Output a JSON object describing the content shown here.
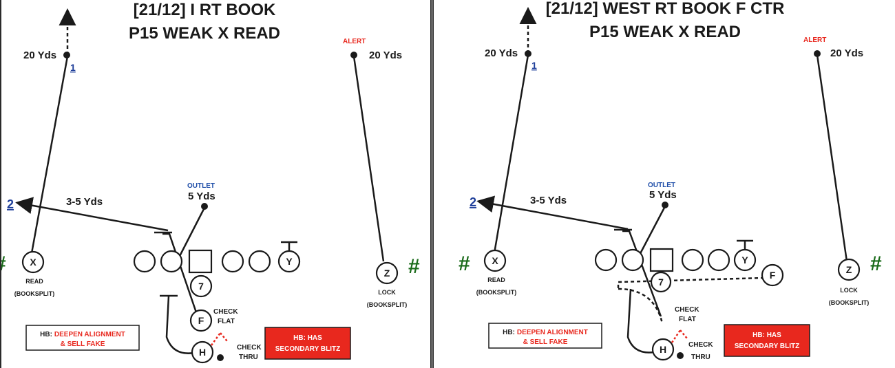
{
  "panels": [
    {
      "title_line1": "[21/12] I RT BOOK",
      "title_line2": "P15 WEAK X READ",
      "x_depth": "20 Yds",
      "x_read_num": "1",
      "z_alert": "ALERT",
      "z_depth": "20 Yds",
      "outlet": "OUTLET",
      "outlet_depth": "5 Yds",
      "flat_num": "2",
      "flat_depth": "3-5 Yds",
      "x_label": "X",
      "x_sub1": "READ",
      "x_sub2": "(BOOKSPLIT)",
      "y_label": "Y",
      "z_label": "Z",
      "z_sub1": "LOCK",
      "z_sub2": "(BOOKSPLIT)",
      "qb_label": "7",
      "f_label": "F",
      "h_label": "H",
      "check_flat_1": "CHECK",
      "check_flat_2": "FLAT",
      "check_thru_1": "CHECK",
      "check_thru_2": "THRU",
      "hash": "#",
      "hb_prefix": "HB:",
      "hb_note_1": "DEEPEN ALIGNMENT",
      "hb_note_2": "& SELL FAKE",
      "red_note_1": "HB: HAS",
      "red_note_2": "SECONDARY BLITZ"
    },
    {
      "title_line1": "[21/12] WEST RT BOOK F CTR",
      "title_line2": "P15 WEAK X READ",
      "x_depth": "20 Yds",
      "x_read_num": "1",
      "z_alert": "ALERT",
      "z_depth": "20 Yds",
      "outlet": "OUTLET",
      "outlet_depth": "5 Yds",
      "flat_num": "2",
      "flat_depth": "3-5 Yds",
      "x_label": "X",
      "x_sub1": "READ",
      "x_sub2": "(BOOKSPLIT)",
      "y_label": "Y",
      "z_label": "Z",
      "z_sub1": "LOCK",
      "z_sub2": "(BOOKSPLIT)",
      "qb_label": "7",
      "f_label": "F",
      "h_label": "H",
      "check_flat_1": "CHECK",
      "check_flat_2": "FLAT",
      "check_thru_1": "CHECK",
      "check_thru_2": "THRU",
      "hash": "#",
      "hb_prefix": "HB:",
      "hb_note_1": "DEEPEN ALIGNMENT",
      "hb_note_2": "& SELL FAKE",
      "red_note_1": "HB: HAS",
      "red_note_2": "SECONDARY BLITZ"
    }
  ],
  "colors": {
    "ink": "#1a1a1a",
    "alert_red": "#e8281e",
    "outlet_blue": "#1f4ea8",
    "number_blue": "#1f3f9a",
    "hash_green": "#1a6b1a",
    "note_box_red": "#e8281e"
  }
}
